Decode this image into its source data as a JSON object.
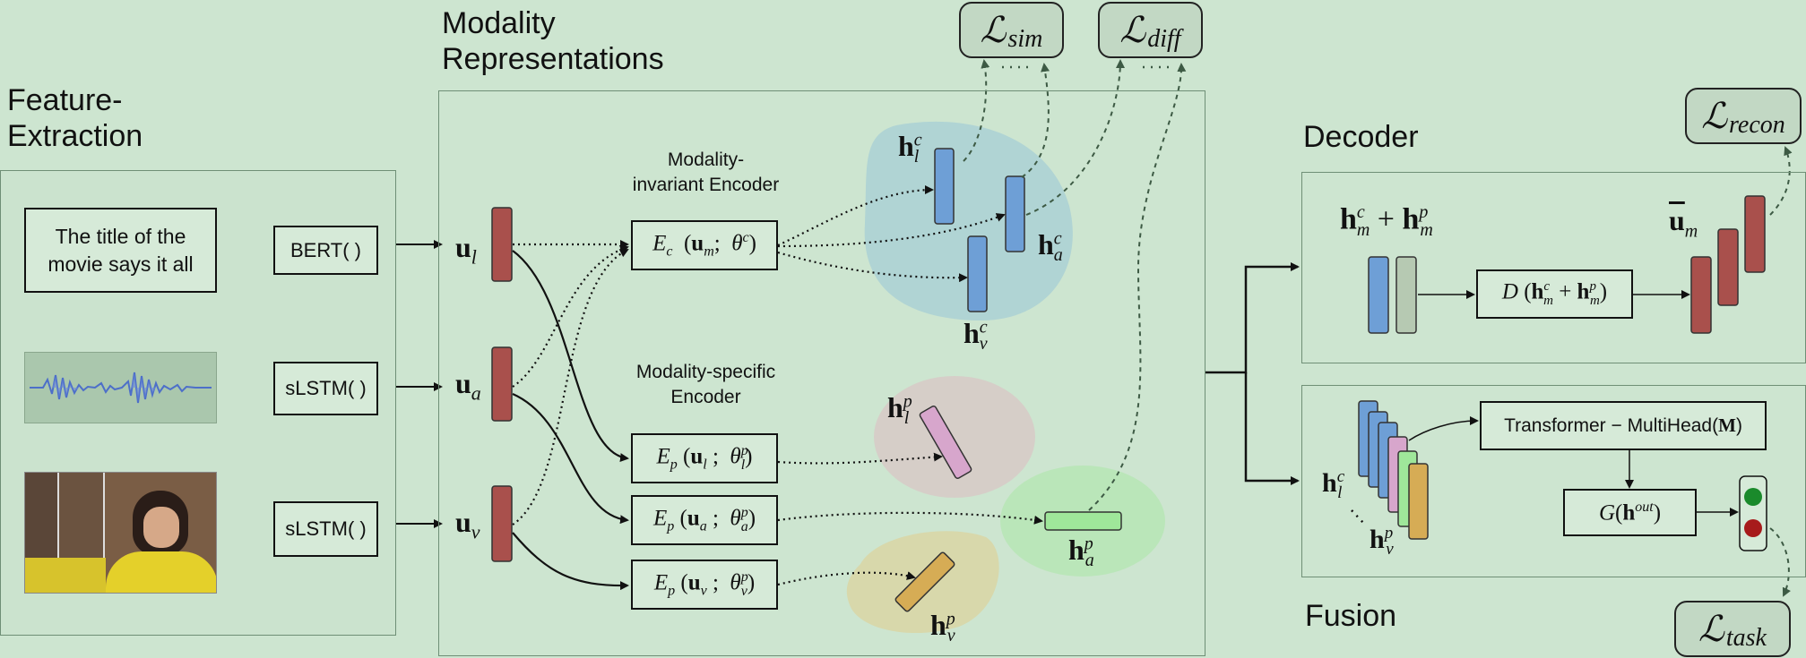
{
  "sections": {
    "feature_extraction": "Feature-Extraction",
    "feature_extraction_line1": "Feature-",
    "feature_extraction_line2": "Extraction",
    "modality_line1": "Modality",
    "modality_line2": "Representations",
    "decoder": "Decoder",
    "fusion": "Fusion"
  },
  "inputs": {
    "text_sample_line1": "The title of the",
    "text_sample_line2": "movie says it all"
  },
  "extractors": {
    "text": "BERT( )",
    "audio": "sLSTM( )",
    "video": "sLSTM( )"
  },
  "vectors": {
    "u_l": {
      "base": "u",
      "sub": "l"
    },
    "u_a": {
      "base": "u",
      "sub": "a"
    },
    "u_v": {
      "base": "u",
      "sub": "v"
    }
  },
  "encoders": {
    "invariant_caption_line1": "Modality-",
    "invariant_caption_line2": "invariant Encoder",
    "specific_caption_line1": "Modality-specific",
    "specific_caption_line2": "Encoder"
  },
  "losses": {
    "sim": "sim",
    "diff": "diff",
    "recon": "recon",
    "task": "task",
    "symbol": "ℒ"
  },
  "fusion_block": {
    "transformer_label": "Transformer − MultiHead(",
    "transformer_bold": "M",
    "transformer_close": ")"
  },
  "colors": {
    "background": "#cde5d0",
    "red_vector": "#a9504c",
    "blue_shared": "#6e9fd6",
    "pink_text": "#d7a6cc",
    "green_audio": "#9fe79a",
    "gold_video": "#d6ac55",
    "grey_private": "#b6c9b2",
    "invariant_blob": "#a6cdd5",
    "text_blob": "#d8c8c6",
    "audio_blob": "#b8e6b6",
    "video_blob": "#d9d6a6",
    "prediction_positive": "#1a8a2b",
    "prediction_negative": "#a71b1b"
  }
}
